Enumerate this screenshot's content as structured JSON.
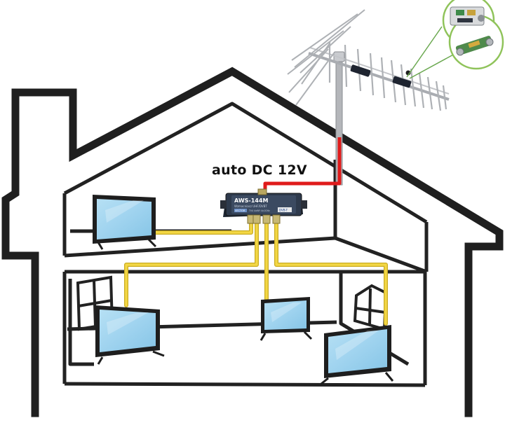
{
  "callout_text": "auto DC 12V",
  "amplifier": {
    "model_label": "AWS-144M",
    "sub_label": "Wzmacniacz UHF/DVBT",
    "brand_badge": "VECTOR",
    "spec_label": "TV4 4xWY 4x1GHz",
    "corner_badge": "DVB-T"
  },
  "colors": {
    "house_outline": "#1f1f1f",
    "coax_cable": "#f3d745",
    "coax_outline": "#c9ab22",
    "power_cable": "#e01b1b",
    "tv_screen": "#9fd3ef",
    "tv_bezel": "#1e1e1e",
    "amplifier_body": "#2e3a4c",
    "amplifier_label": "#6b8fc7",
    "inset_border": "#8fc35a",
    "antenna_metal": "#b9bcc0"
  },
  "icons": [
    "house-outline",
    "antenna-icon",
    "amplifier-icon",
    "tv-icon",
    "window-icon",
    "connector-inset"
  ]
}
